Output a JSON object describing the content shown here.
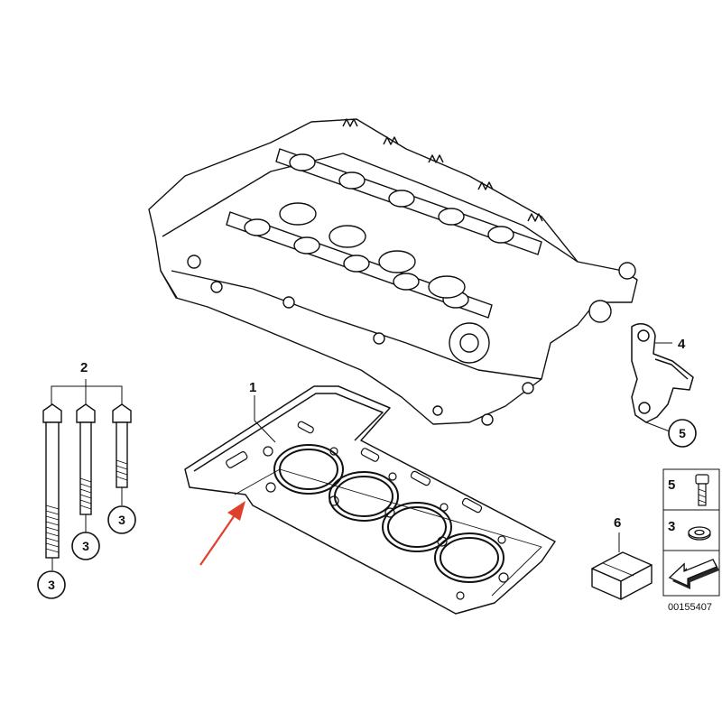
{
  "callouts": {
    "gasket": "1",
    "bolt_set": "2",
    "bracket": "4",
    "bracket_bolt": "5",
    "bolt_a_washer": "3",
    "bolt_b_washer": "3",
    "bolt_c_washer": "3",
    "kit": "6"
  },
  "legend": {
    "bolt_number": "5",
    "washer_number": "3"
  },
  "diagram_code": "00155407",
  "colors": {
    "line": "#111111",
    "arrow": "#e0402a"
  }
}
